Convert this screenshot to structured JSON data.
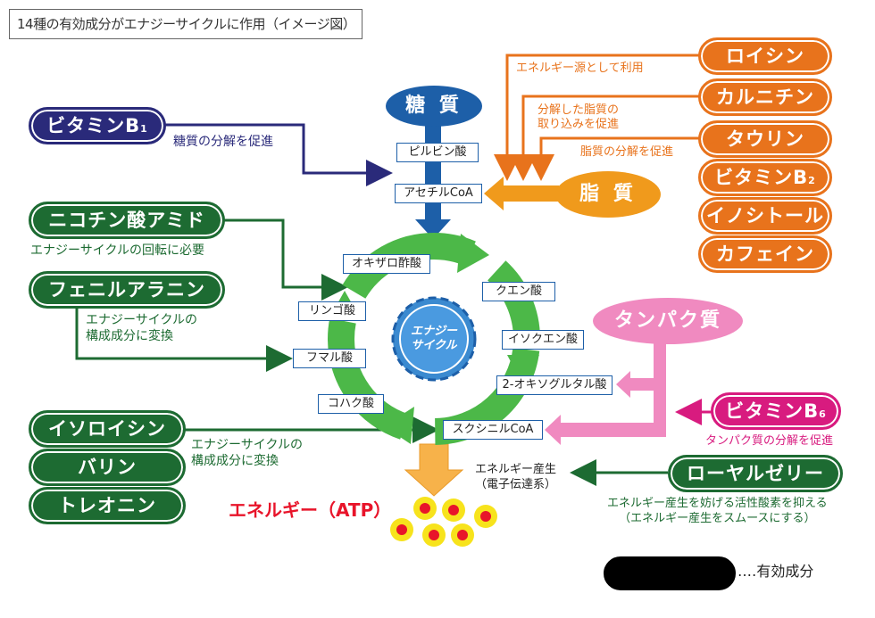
{
  "header": {
    "title": "14種の有効成分がエナジーサイクルに作用（イメージ図）"
  },
  "sources": {
    "sugar": "糖 質",
    "fat": "脂 質",
    "protein": "タンパク質"
  },
  "pathway": {
    "pyruvate": "ピルビン酸",
    "acetyl_coa": "アセチルCoA"
  },
  "cycle": {
    "center_line1": "エナジー",
    "center_line2": "サイクル",
    "steps": [
      {
        "label": "オキザロ酢酸"
      },
      {
        "label": "クエン酸"
      },
      {
        "label": "イソクエン酸"
      },
      {
        "label": "2-オキソグルタル酸"
      },
      {
        "label": "スクシニルCoA"
      },
      {
        "label": "コハク酸"
      },
      {
        "label": "フマル酸"
      },
      {
        "label": "リンゴ酸"
      }
    ]
  },
  "ingredients": {
    "vitamin_b1": {
      "name": "ビタミンB",
      "sub": "1",
      "desc": "糖質の分解を促進"
    },
    "nicotinamide": {
      "name": "ニコチン酸アミド",
      "desc": "エナジーサイクルの回転に必要"
    },
    "phenylalanine": {
      "name": "フェニルアラニン",
      "desc_line1": "エナジーサイクルの",
      "desc_line2": "構成成分に変換"
    },
    "isoleucine": {
      "name": "イソロイシン"
    },
    "valine": {
      "name": "バリン"
    },
    "threonine": {
      "name": "トレオニン"
    },
    "bcaa_desc_line1": "エナジーサイクルの",
    "bcaa_desc_line2": "構成成分に変換",
    "leucine": {
      "name": "ロイシン",
      "desc": "エネルギー源として利用"
    },
    "carnitine": {
      "name": "カルニチン",
      "desc_line1": "分解した脂質の",
      "desc_line2": "取り込みを促進"
    },
    "taurine": {
      "name": "タウリン",
      "desc": "脂質の分解を促進"
    },
    "vitamin_b2": {
      "name": "ビタミンB",
      "sub": "2"
    },
    "inositol": {
      "name": "イノシトール"
    },
    "caffeine": {
      "name": "カフェイン"
    },
    "vitamin_b6": {
      "name": "ビタミンB",
      "sub": "6",
      "desc": "タンパク質の分解を促進"
    },
    "royal_jelly": {
      "name": "ローヤルゼリー",
      "desc_line1": "エネルギー産生を妨げる活性酸素を抑える",
      "desc_line2": "（エネルギー産生をスムースにする）"
    }
  },
  "energy": {
    "production_line1": "エネルギー産生",
    "production_line2": "（電子伝達系）",
    "atp": "エネルギー（ATP）"
  },
  "legend": {
    "text": "‥‥有効成分"
  },
  "colors": {
    "green": "#1d6b32",
    "navy": "#2a2a7a",
    "orange": "#e8731c",
    "magenta": "#d81b7f",
    "blue": "#1d5fa8",
    "cycle_green": "#4cb848",
    "pink_light": "#f08ac0",
    "atp_red": "#e8142a",
    "atp_yellow": "#f7e31c"
  }
}
